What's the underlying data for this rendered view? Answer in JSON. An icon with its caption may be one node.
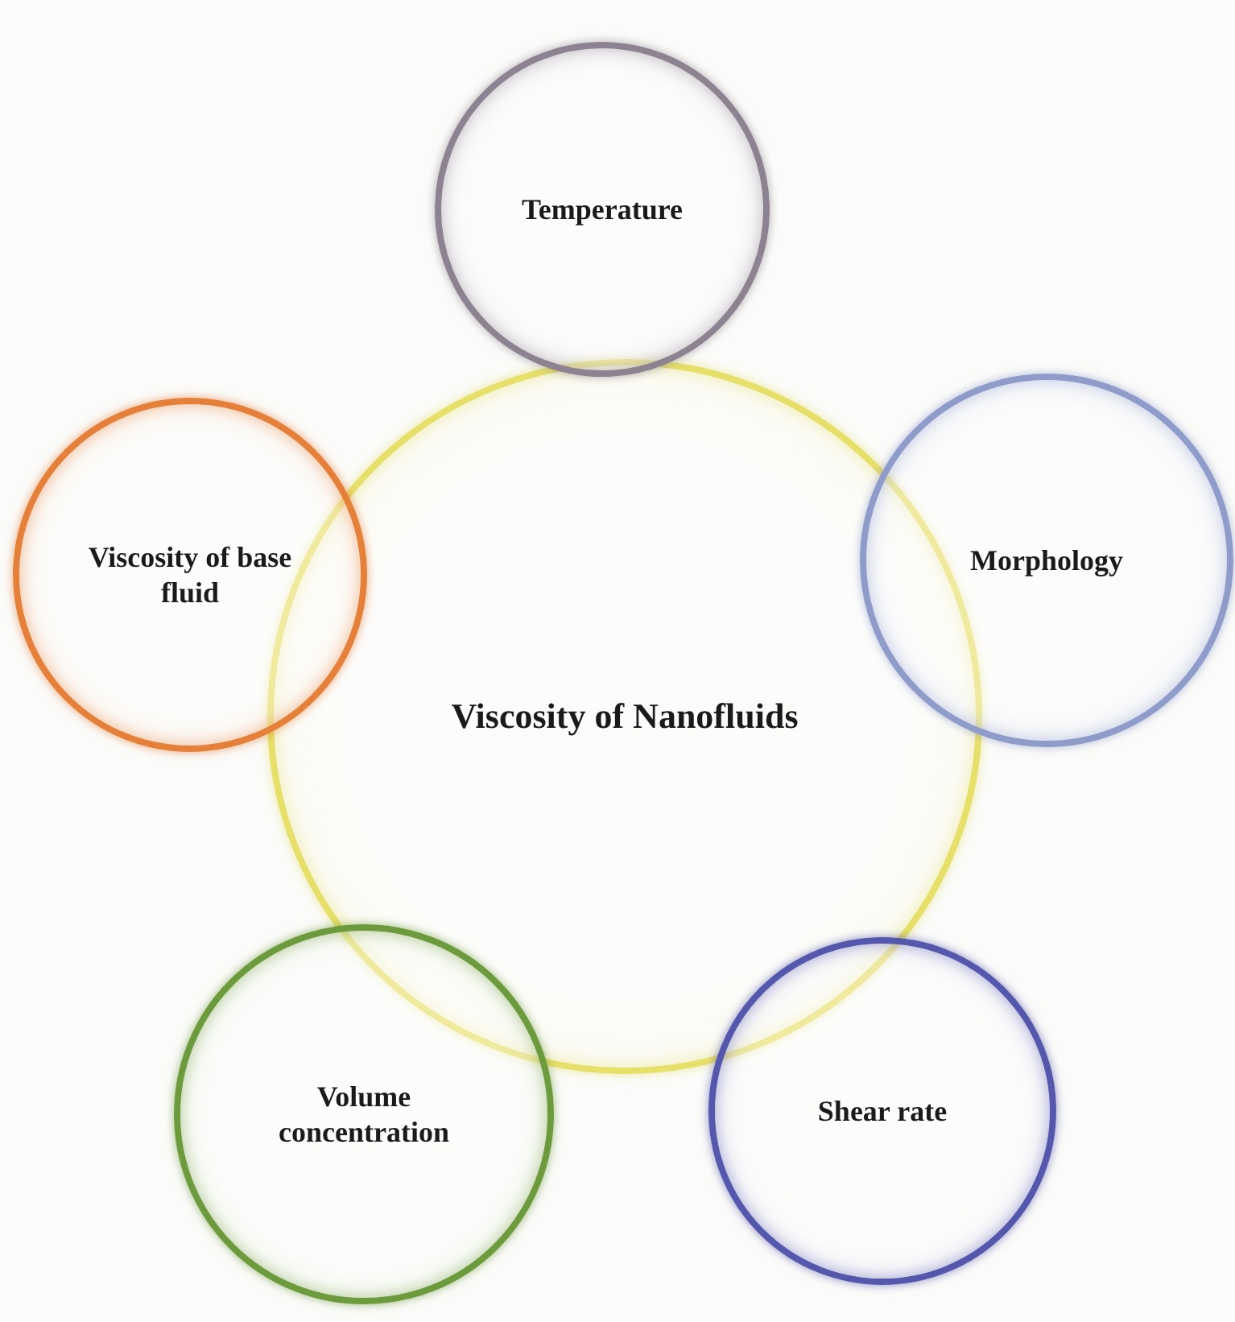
{
  "diagram": {
    "nodes": [
      {
        "text": [
          "Viscosity of Nanofluids"
        ]
      },
      {
        "text": [
          "Temperature"
        ]
      },
      {
        "text": [
          "Viscosity of base fluid"
        ]
      },
      {
        "text": [
          "Morphology"
        ]
      },
      {
        "text": [
          "Volume concentration"
        ]
      },
      {
        "text": [
          "Shear rate"
        ]
      }
    ]
  }
}
